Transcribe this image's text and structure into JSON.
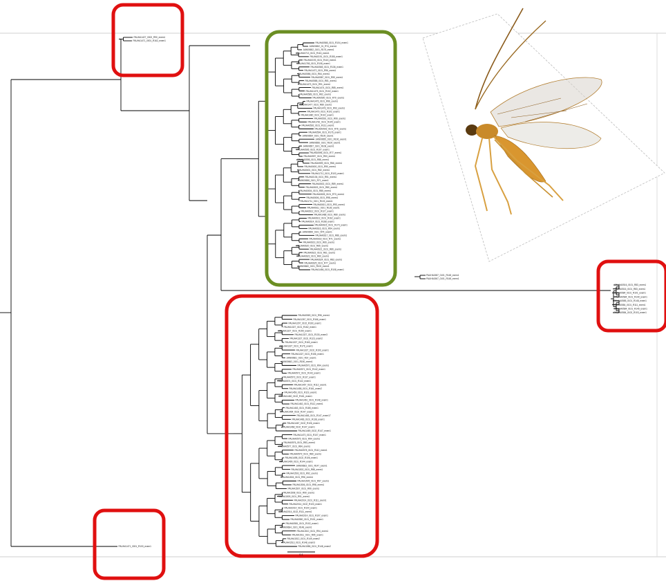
{
  "colors": {
    "highlight_red": "#e01010",
    "highlight_green": "#6b8e23",
    "frame_line": "#cfcfcf",
    "branch": "#000000"
  },
  "top_outgroup": {
    "tips": [
      "PAUHA1427_0002_R90_exem1",
      "PAUHA1471_0001_R162_exem1"
    ]
  },
  "bottom_outgroup": {
    "tips": [
      "PAUHA1471_0001_R100_exem1"
    ]
  },
  "right_clade": {
    "bridge_tips": [
      "PAUHA1587_0101_R148_exem1",
      "PAUHA1567_0101_R148_exem1"
    ],
    "tips": [
      "PAUHA0516_0101_R83_exem1",
      "PAUHA0516_0101_R83_exem1",
      "PAUHA0584_0101_R101_exem1",
      "PAUHA0584_0101_R149_exem1",
      "PAUHA0585_0101_R148_exem1",
      "PAUHA0584_0101_R111_exem1",
      "PAUHA0584_0101_R145_exem1",
      "PAUHA0584_0102_R103_exem1"
    ]
  },
  "green_clade": {
    "tips": [
      "PAUHA0568_0101_R104_exem1",
      "JAW00652_01_R74_exem1",
      "JAW00652_0101_R175_exem1",
      "PAUHA0713_0101_R116_exem1",
      "PAUHA0191_0101_R155_exem1",
      "PAUHA0193_0101_R115_exem1",
      "PAUHA1765_0101_R108_exem1",
      "PAUHA0565_0101_R136_exem1",
      "PAUHA1472_0101_R96_exem1",
      "PAUHA0586_0101_R64_exem1",
      "PAUHA0587_0101_R59_exem1",
      "PAUHA0588_0101_R81_exem1",
      "PAUHA1473_0101_R91_exem1",
      "PAUHA1474_0101_R85_exem1",
      "PAUHA1475_0101_R102_exem1",
      "PAUHA0589_0101_R62_exem1",
      "PAUHA0590_0101_R70_exem1",
      "PAUHA1476_0101_R96_exem1",
      "PAUHA1477_0101_R89_exem1",
      "PAUHA1478_0101_R93_exem1",
      "PAUHA1479_0101_R102_exem1",
      "PAUHA1480_0101_R102_exem1",
      "PAUHA0591_0101_R99_exem1",
      "PAUHA1781_0101_R105_exem1",
      "PAUHA0592_0101_R113_exem1",
      "PAUHA0593_0101_R76_exem1",
      "PAUHA0594_0101_R176_exem1",
      "JAW00654_0101_R105_exem1",
      "JAW00655_0101_R106_exem1",
      "JAW00656_0101_R100_exem1",
      "JAW00657_0101_R108_exem1",
      "PAUHA0595_0101_R107_exem1",
      "PAUHA0596_0101_R77_exem1",
      "PAUHA0597_0101_R53_exem1",
      "PAUHA0598_0101_R88_exem1",
      "PAUHA0599_0101_R66_exem1",
      "PAUHA0600_0101_R90_exem1",
      "PAUHA0601_0101_R82_exem1",
      "PAUHA1712_0101_R103_exem1",
      "PAUHA0136_0101_R51_exem1",
      "JAW00658_0101_R71_exem1",
      "PAUHA0602_0101_R89_exem1",
      "PAUHA0603_0101_R80_exem1",
      "PAUHA0604_0101_R85_exem1",
      "PAUHA0605_0101_R73_exem1",
      "PAUHA0606_0101_R98_exem1",
      "PAUHA1711_0101_R103_exem1",
      "PAUHA0610_0101_R93_exem1",
      "PAUHA0611_0101_R136_exem1",
      "PAUHA0612_0101_R127_exem1",
      "PAUHA1488_0101_R80_exem1",
      "PAUHA0613_0101_R162_exem1",
      "PAUHA0614_0101_R168_exem1",
      "PAUHA0615_0101_R174_exem1",
      "PAUHA0616_0101_R54_exem1",
      "JAW00659_0101_R75_exem1",
      "PAUHA0617_0101_R86_exem1",
      "PAUHA0618_0101_R71_exem1",
      "PAUHA0619_0101_R69_exem1",
      "PAUHA0620_0101_R65_exem1",
      "PAUHA0621_0101_R89_exem1",
      "PAUHA0622_0101_R61_exem1",
      "PAUHA0623_0101_R60_exem1",
      "PAUHA0624_0101_R83_exem1",
      "PAUHA0625_0101_R77_exem1",
      "JAW00660_0101_R100_exem1",
      "PAUHA1456_0101_R108_exem1"
    ]
  },
  "red_clade": {
    "tips": [
      "PAUHA0569_0101_R96_exem1",
      "PAUHA1267_0101_R166_exem1",
      "PAUHA1297_0102_R160_exem1",
      "PAUHA1327_0101_R162_exem1",
      "PAUHA1327_0101_R155_exem1",
      "PAUHA1327_0101_R130_exem3",
      "PAUHA1327_0102_R123_exem2",
      "PAUHA1327_0101_R160_exem1",
      "PAUHA1327_0101_R176_exem1",
      "PAUHA1327_0102_R190_exem1",
      "PAUHA1327_0101_R156_exem1",
      "JAW00661_0101_R14_exem1",
      "JAW00662_0101_R150_exem1",
      "PAUHA0570_0101_R94_exem1",
      "PAUHA0571_0101_R142_exem1",
      "PAUHA0572_0101_R143_exem1",
      "PAUHA0573_0101_R137_exem1",
      "PAUHA0574_0101_R142_exem1",
      "PAUHA1457_0101_R112_exem1",
      "PAUHA1458_0101_R161_exem2",
      "PAUHA1459_0101_R119_exem1",
      "PAUHA1460_0102_R161_exem1",
      "PAUHA1461_0101_R148_exem1",
      "PAUHA1462_0101_R112_exem1",
      "PAUHA1463_0101_R185_exem1",
      "PAUHA1464_0102_R147_exem1",
      "PAUHA1465_0101_R147_exem17",
      "PAUHA1466_0101_R138_exem1",
      "PAUHA1467_0102_R106_exem1",
      "PAUHA1468_0102_R147_exem1",
      "PAUHA1469_0102_R147_exem1",
      "PAUHA1470_0101_R107_exem1",
      "PAUHA0575_0101_R94_exem1",
      "PAUHA0576_0101_R83_exem1",
      "PAUHA0577_0101_R84_exem1",
      "PAUHA0578_0101_R110_exem1",
      "PAUHA0579_0101_R80_exem1",
      "PAUHA1498_0102_R106_exem1",
      "PAUHA1499_0101_R144_exem1",
      "JAW00663_0101_R147_exem1",
      "PAUHA1502_0101_R88_exem1",
      "PAUHA1503_0101_R92_exem1",
      "PAUHA1504_0101_R96_exem1",
      "PAUHA1505_0101_R97_exem1",
      "PAUHA1506_0101_R98_exem1",
      "PAUHA1507_0101_R99_exem1",
      "PAUHA1508_0101_R90_exem1",
      "PAUHA1509_0101_R91_exem1",
      "PAUHA2014_0101_R111_exem1",
      "PAUHA2014_0102_R103_exem1",
      "PAUHA2014_0101_R104_exem1",
      "PAUHA2014_0102_R111_exem1",
      "PAUHA2014_0101_R107_exem1",
      "PAUHA0580_0101_R101_exem1",
      "PAUHA0581_0101_R102_exem1",
      "JAW00664_0101_R148_exem1",
      "PAUHA1510_0101_R94_exem1",
      "PAUHA1511_0101_R95_exem1",
      "PAUHA1512_0101_R149_exem2",
      "PAUHA1513_0101_R148_exem3",
      "PAUHA1586_0101_R148_exem2"
    ]
  },
  "scale_bar": {
    "label": "0.1"
  }
}
